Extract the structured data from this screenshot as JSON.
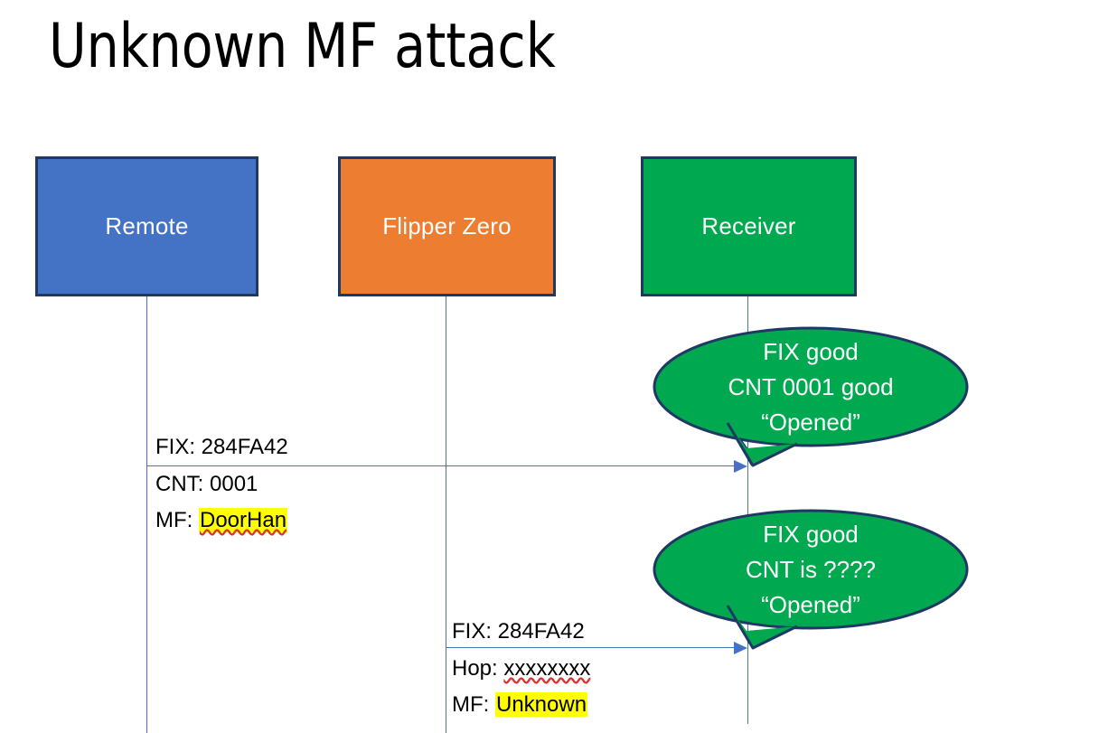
{
  "slide": {
    "title": "Unknown MF attack",
    "background_color": "#FFFFFF"
  },
  "colors": {
    "remote_fill": "#4472C4",
    "flipper_fill": "#ED7D31",
    "receiver_fill": "#00A94F",
    "box_border": "#1F3864",
    "lifeline": "#4472C4",
    "arrow": "#4472C4",
    "highlight": "#FFFF00",
    "callout_fill": "#00A94F",
    "callout_border": "#1F3864",
    "text_dark": "#000000",
    "text_light": "#FFFFFF"
  },
  "actors": [
    {
      "id": "remote",
      "label": "Remote"
    },
    {
      "id": "flipper",
      "label": "Flipper Zero"
    },
    {
      "id": "receiver",
      "label": "Receiver"
    }
  ],
  "messages": [
    {
      "id": "msg-remote-to-receiver",
      "from": "remote",
      "to": "receiver",
      "line_top": "FIX: 284FA42",
      "line_two_prefix": "CNT: 0001",
      "line_three_prefix": "MF: ",
      "line_three_value": "DoorHan",
      "line_three_highlighted": true,
      "line_three_spellcheck": true
    },
    {
      "id": "msg-flipper-to-receiver",
      "from": "flipper",
      "to": "receiver",
      "line_top": "FIX: 284FA42",
      "line_two_prefix": "Hop: ",
      "line_two_value": "xxxxxxxx",
      "line_two_spellcheck": true,
      "line_three_prefix": "MF: ",
      "line_three_value": "Unknown",
      "line_three_highlighted": true
    }
  ],
  "callouts": [
    {
      "id": "callout-receiver-1",
      "attached_to": "receiver",
      "lines": [
        "FIX good",
        "CNT 0001 good",
        "“Opened”"
      ]
    },
    {
      "id": "callout-receiver-2",
      "attached_to": "receiver",
      "lines": [
        "FIX good",
        "CNT is ????",
        "“Opened”"
      ]
    }
  ]
}
